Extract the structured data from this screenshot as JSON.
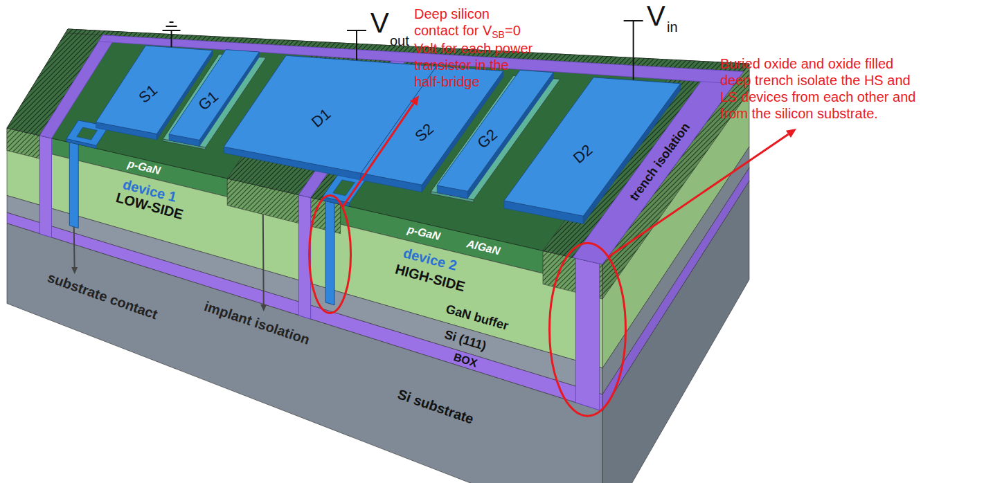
{
  "diagram": {
    "nodes": [
      {
        "text": [
          "S1"
        ]
      },
      {
        "text": [
          "G1"
        ]
      },
      {
        "text": [
          "D1"
        ]
      },
      {
        "text": [
          "S2"
        ]
      },
      {
        "text": [
          "G2"
        ]
      },
      {
        "text": [
          "D2"
        ]
      }
    ],
    "labels": [
      "V",
      "out",
      "V",
      "in",
      "Deep silicon contact for V",
      "SB",
      "=0 Volt for each power transistor in the half-bridge",
      "Buried oxide and oxide filled deep trench isolate the HS and LS devices from each other and from the silicon substrate.",
      "p-GaN",
      "device 1",
      "LOW-SIDE",
      "p-GaN",
      "AlGaN",
      "device 2",
      "HIGH-SIDE",
      "GaN buffer",
      "Si (111)",
      "BOX",
      "Si substrate",
      "substrate contact",
      "implant isolation",
      "trench isolation"
    ]
  }
}
